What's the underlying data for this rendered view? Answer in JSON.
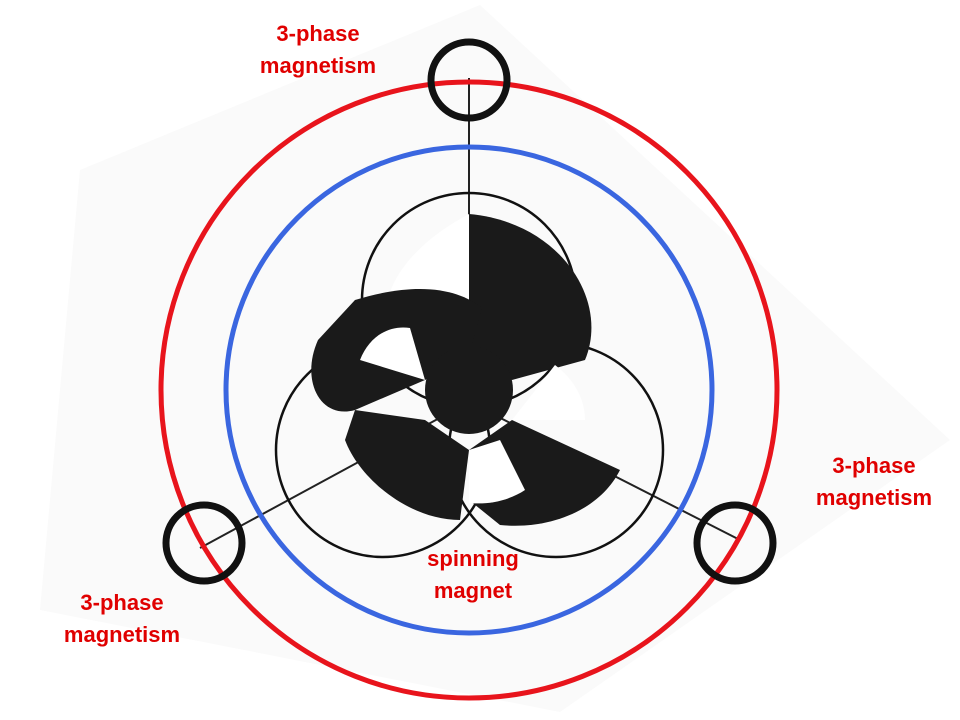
{
  "labels": {
    "top": {
      "line1": "3-phase",
      "line2": "magnetism"
    },
    "right": {
      "line1": "3-phase",
      "line2": "magnetism"
    },
    "left": {
      "line1": "3-phase",
      "line2": "magnetism"
    },
    "center": {
      "line1": "spinning",
      "line2": "magnet"
    }
  },
  "colors": {
    "label": "#e00000",
    "outer_ring": "#e8141c",
    "inner_ring": "#3a66e0",
    "magnet": "#1a1a1a",
    "coil": "#111111",
    "spokes": "#222222"
  }
}
